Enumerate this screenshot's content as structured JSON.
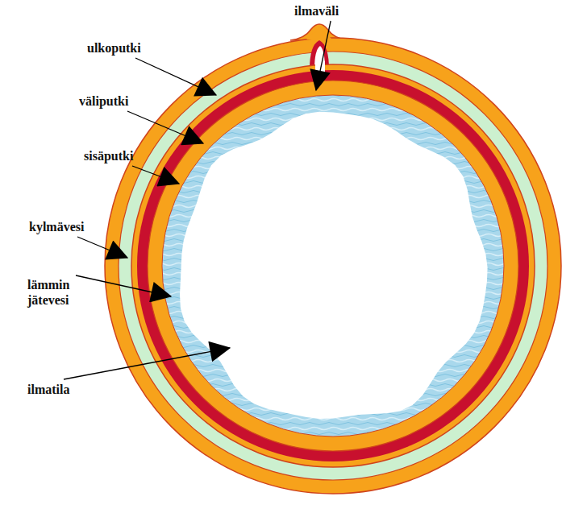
{
  "diagram": {
    "labels": [
      "ilmaväli",
      "ulkoputki",
      "väliputki",
      "sisäputki",
      "kylmävesi",
      "lämmin jätevesi",
      "ilmatila"
    ]
  }
}
